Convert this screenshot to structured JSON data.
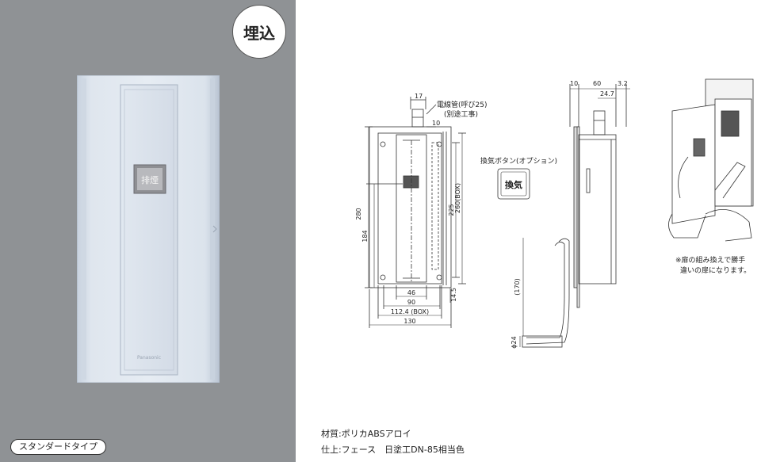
{
  "badge": "埋込",
  "device": {
    "button_text": "排煙",
    "brand": "Panasonic"
  },
  "type_label": "スタンダードタイプ",
  "front_view": {
    "cable_pipe_label": "電線管(呼び25)",
    "cable_pipe_note": "(別途工事)",
    "dims": {
      "pipe_width": "17",
      "top_offset": "10",
      "height_total": "280",
      "height_lower": "184",
      "height_inner": "225",
      "height_box": "260(BOX)",
      "bottom_offset": "14.5",
      "width_46": "46",
      "width_90": "90",
      "width_box": "112.4 (BOX)",
      "width_total": "130"
    }
  },
  "option_button": {
    "label": "換気ボタン(オプション)",
    "text": "換気"
  },
  "side_view": {
    "dims": {
      "d10": "10",
      "d60": "60",
      "d32": "3.2",
      "d247": "24.7",
      "d170": "(170)",
      "d24": "ϕ24"
    }
  },
  "door_note": {
    "line1": "※扉の組み換えで勝手",
    "line2": "違いの扉になります。"
  },
  "specs": {
    "material": "材質:ポリカABSアロイ",
    "finish": "仕上:フェース　日塗工DN-85相当色"
  }
}
